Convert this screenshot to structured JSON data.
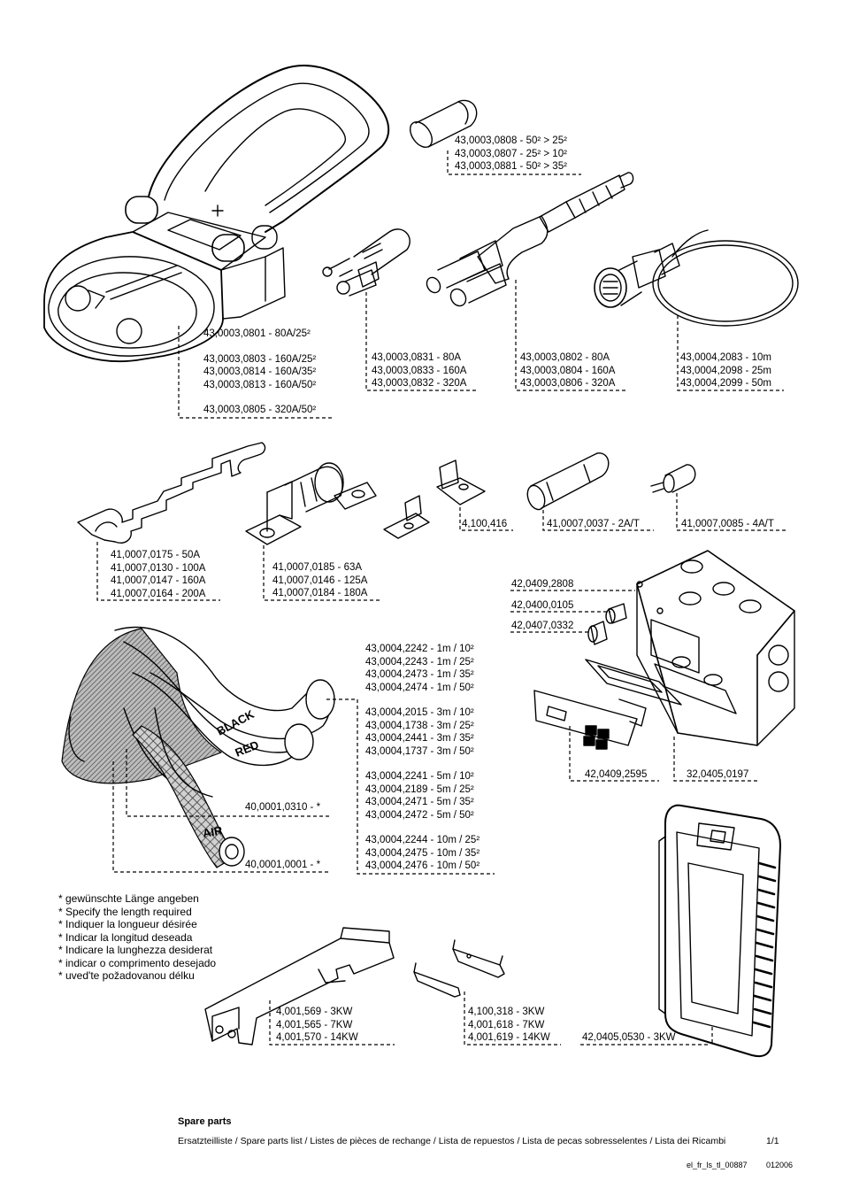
{
  "connector": {
    "lines1": [
      "43,0003,0801 - 80A/25²"
    ],
    "lines2": [
      "43,0003,0803 - 160A/25²",
      "43,0003,0814 - 160A/35²",
      "43,0003,0813 - 160A/50²"
    ],
    "lines3": [
      "43,0003,0805 - 320A/50²"
    ]
  },
  "sleeve": [
    "43,0003,0808 - 50² > 25²",
    "43,0003,0807 - 25² > 10²",
    "43,0003,0881 - 50² > 35²"
  ],
  "pins": [
    "43,0003,0831 - 80A",
    "43,0003,0833 - 160A",
    "43,0003,0832 - 320A"
  ],
  "adapter": [
    "43,0003,0802 - 80A",
    "43,0003,0804 - 160A",
    "43,0003,0806 - 320A"
  ],
  "control_cable": [
    "43,0004,2083 - 10m",
    "43,0004,2098 - 25m",
    "43,0004,2099 - 50m"
  ],
  "fuse_strip": [
    "41,0007,0175 - 50A",
    "41,0007,0130 - 100A",
    "41,0007,0147 - 160A",
    "41,0007,0164 - 200A"
  ],
  "fuse_holder": [
    "41,0007,0185 - 63A",
    "41,0007,0146 - 125A",
    "41,0007,0184 - 180A"
  ],
  "terminal": [
    "4,100,416"
  ],
  "glass_fuse": [
    "41,0007,0037 - 2A/T"
  ],
  "mini_fuse": [
    "41,0007,0085 - 4A/T"
  ],
  "box_parts": [
    "42,0409,2808",
    "42,0400,0105",
    "42,0407,0332"
  ],
  "box_bottom": [
    "42,0409,2595",
    "32,0405,0197"
  ],
  "hose_packs": [
    [
      "43,0004,2242 - 1m / 10²",
      "43,0004,2243 - 1m / 25²",
      "43,0004,2473 - 1m / 35²",
      "43,0004,2474 - 1m / 50²"
    ],
    [
      "43,0004,2015 - 3m / 10²",
      "43,0004,1738 - 3m / 25²",
      "43,0004,2441 - 3m / 35²",
      "43,0004,1737 - 3m / 50²"
    ],
    [
      "43,0004,2241 - 5m / 10²",
      "43,0004,2189 - 5m / 25²",
      "43,0004,2471 - 5m / 35²",
      "43,0004,2472 - 5m / 50²"
    ],
    [
      "43,0004,2244 - 10m / 25²",
      "43,0004,2475 - 10m / 35²",
      "43,0004,2476 - 10m / 50²"
    ]
  ],
  "hose_words": {
    "black": "BLACK",
    "red": "RED",
    "air": "AIR"
  },
  "hose_labels": [
    "40,0001,0310 - *",
    "40,0001,0001 - *"
  ],
  "notes": [
    "* gewünschte Länge angeben",
    "* Specify the length required",
    "* Indiquer la longueur désirée",
    "* Indicar la longitud deseada",
    "* Indicare la lunghezza desiderat",
    "* indicar o comprimento desejado",
    "* uved'te požadovanou délku"
  ],
  "bracket1": [
    "4,001,569 - 3KW",
    "4,001,565 - 7KW",
    "4,001,570 - 14KW"
  ],
  "bracket2": [
    "4,100,318 - 3KW",
    "4,001,618 - 7KW",
    "4,001,619 - 14KW"
  ],
  "frame": [
    "42,0405,0530 - 3KW"
  ],
  "footer": {
    "title": "Spare parts",
    "subtitle": "Ersatzteilliste / Spare parts list / Listes de pièces de rechange / Lista de repuestos / Lista de pecas sobresselentes / Lista dei Ricambi",
    "page": "1/1",
    "doc_id": "el_fr_ls_tl_00887",
    "date": "012006"
  }
}
